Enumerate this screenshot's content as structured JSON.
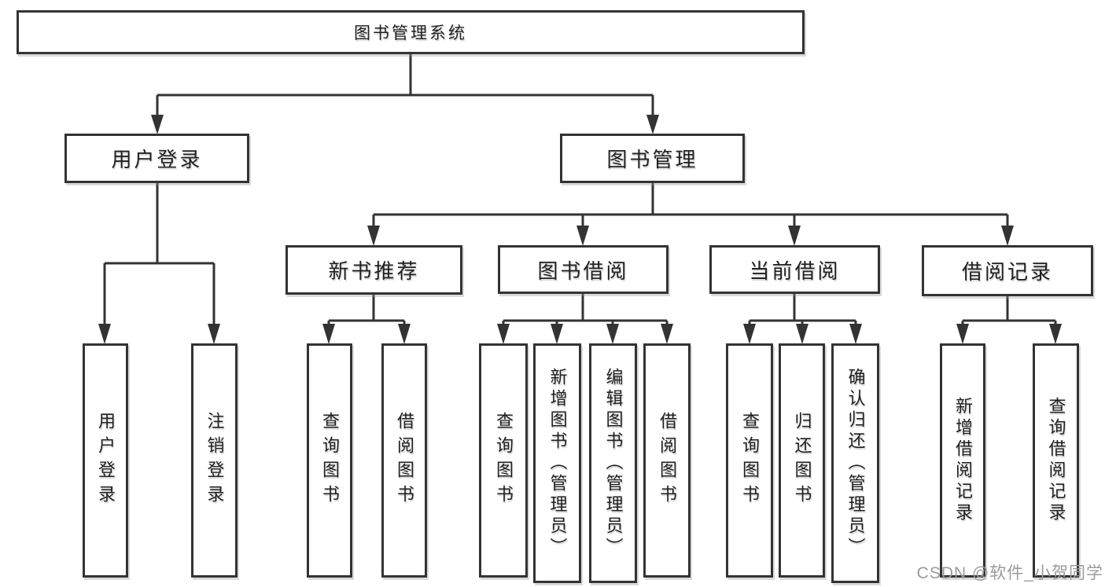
{
  "title": "图书管理系统",
  "watermark": "CSDN @软件_小贺同学",
  "colors": {
    "line": "#333333",
    "box_border": "#333333",
    "text": "#1f1f1f",
    "watermark": "#9b9b9b",
    "background": "#ffffff"
  },
  "nodes": {
    "root": {
      "label": "图书管理系统"
    },
    "login": {
      "label": "用户登录",
      "children": {
        "userLogin": {
          "label": "用户登录"
        },
        "logout": {
          "label": "注销登录"
        }
      }
    },
    "mgmt": {
      "label": "图书管理",
      "children": {
        "newBooks": {
          "label": "新书推荐",
          "children": {
            "query": {
              "label": "查询图书"
            },
            "borrow": {
              "label": "借阅图书"
            }
          }
        },
        "borrowing": {
          "label": "图书借阅",
          "children": {
            "query": {
              "label": "查询图书"
            },
            "add": {
              "label": "新增图书（管理员）"
            },
            "edit": {
              "label": "编辑图书（管理员）"
            },
            "borrow": {
              "label": "借阅图书"
            }
          }
        },
        "current": {
          "label": "当前借阅",
          "children": {
            "query": {
              "label": "查询图书"
            },
            "return": {
              "label": "归还图书"
            },
            "confirm": {
              "label": "确认归还（管理员）"
            }
          }
        },
        "records": {
          "label": "借阅记录",
          "children": {
            "add": {
              "label": "新增借阅记录"
            },
            "query": {
              "label": "查询借阅记录"
            }
          }
        }
      }
    }
  }
}
